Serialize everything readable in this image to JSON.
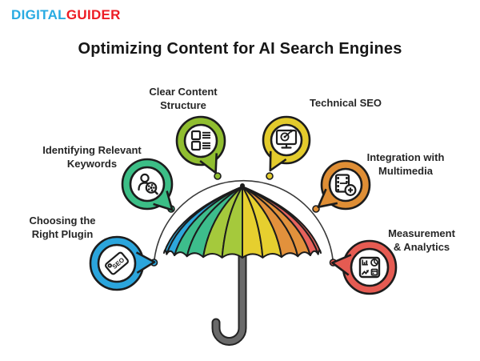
{
  "logo": {
    "part1": "DIGITAL",
    "part2": "GUIDER",
    "part1_color": "#29ABE2",
    "part2_color": "#ED1C24"
  },
  "title": "Optimizing Content for AI Search Engines",
  "diagram": {
    "seo_tag_text": "SEO",
    "outline_color": "#1c1c1c",
    "arc_color": "#3a3a3a",
    "nodes": [
      {
        "id": "choosing-right-plugin",
        "label": "Choosing the\nRight Plugin",
        "color": "#2BA5DC",
        "icon": "seo-tag-icon"
      },
      {
        "id": "identifying-relevant-keywords",
        "label": "Identifying Relevant\nKeywords",
        "color": "#3CBE86",
        "icon": "person-gear-icon"
      },
      {
        "id": "clear-content-structure",
        "label": "Clear Content\nStructure",
        "color": "#90BE30",
        "icon": "checklist-layout-icon"
      },
      {
        "id": "technical-seo",
        "label": "Technical SEO",
        "color": "#E3CB2C",
        "icon": "monitor-target-icon"
      },
      {
        "id": "integration-with-multimedia",
        "label": "Integration with\nMultimedia",
        "color": "#DF8E35",
        "icon": "film-plus-icon"
      },
      {
        "id": "measurement-analytics",
        "label": "Measurement\n& Analytics",
        "color": "#E55B52",
        "icon": "analytics-dashboard-icon"
      }
    ],
    "umbrella": {
      "panel_colors": [
        "#2EA7DC",
        "#2EA7DC",
        "#3DBD8C",
        "#3DBD8C",
        "#A5C93C",
        "#A5C93C",
        "#E6CF2F",
        "#E6CF2F",
        "#E2913C",
        "#E2913C",
        "#E8625C",
        "#E8625C"
      ],
      "pole_color": "#6a6a6a"
    }
  }
}
